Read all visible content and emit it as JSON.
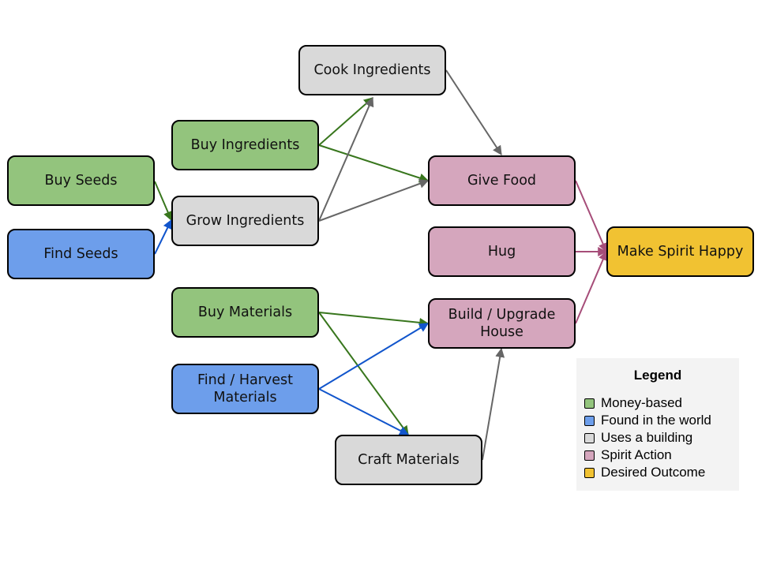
{
  "colors": {
    "money": "#93c47d",
    "found": "#6d9eeb",
    "building": "#d9d9d9",
    "spirit": "#d5a6bd",
    "outcome": "#f1c232",
    "edge_green": "#38761d",
    "edge_blue": "#1155cc",
    "edge_gray": "#666666",
    "edge_pink": "#a64d79"
  },
  "nodes": {
    "buy_seeds": "Buy Seeds",
    "find_seeds": "Find Seeds",
    "buy_ingredients": "Buy Ingredients",
    "grow_ingredients": "Grow Ingredients",
    "cook_ingredients": "Cook Ingredients",
    "give_food": "Give Food",
    "hug": "Hug",
    "make_spirit_happy": "Make Spirit Happy",
    "buy_materials": "Buy Materials",
    "find_harvest_materials": "Find / Harvest Materials",
    "build_upgrade_house": "Build / Upgrade House",
    "craft_materials": "Craft Materials"
  },
  "edges": [
    {
      "from": "buy_seeds",
      "to": "grow_ingredients",
      "color": "edge_green"
    },
    {
      "from": "find_seeds",
      "to": "grow_ingredients",
      "color": "edge_blue"
    },
    {
      "from": "buy_ingredients",
      "to": "cook_ingredients",
      "color": "edge_green"
    },
    {
      "from": "buy_ingredients",
      "to": "give_food",
      "color": "edge_green"
    },
    {
      "from": "grow_ingredients",
      "to": "cook_ingredients",
      "color": "edge_gray"
    },
    {
      "from": "grow_ingredients",
      "to": "give_food",
      "color": "edge_gray"
    },
    {
      "from": "cook_ingredients",
      "to": "give_food",
      "color": "edge_gray"
    },
    {
      "from": "give_food",
      "to": "make_spirit_happy",
      "color": "edge_pink"
    },
    {
      "from": "hug",
      "to": "make_spirit_happy",
      "color": "edge_pink"
    },
    {
      "from": "build_upgrade_house",
      "to": "make_spirit_happy",
      "color": "edge_pink"
    },
    {
      "from": "buy_materials",
      "to": "build_upgrade_house",
      "color": "edge_green"
    },
    {
      "from": "buy_materials",
      "to": "craft_materials",
      "color": "edge_green"
    },
    {
      "from": "find_harvest_materials",
      "to": "build_upgrade_house",
      "color": "edge_blue"
    },
    {
      "from": "find_harvest_materials",
      "to": "craft_materials",
      "color": "edge_blue"
    },
    {
      "from": "craft_materials",
      "to": "build_upgrade_house",
      "color": "edge_gray"
    }
  ],
  "legend": {
    "title": "Legend",
    "items": [
      {
        "label": "Money-based",
        "color": "#93c47d"
      },
      {
        "label": "Found in the world",
        "color": "#6d9eeb"
      },
      {
        "label": "Uses a building",
        "color": "#d9d9d9"
      },
      {
        "label": "Spirit Action",
        "color": "#d5a6bd"
      },
      {
        "label": "Desired Outcome",
        "color": "#f1c232"
      }
    ]
  }
}
